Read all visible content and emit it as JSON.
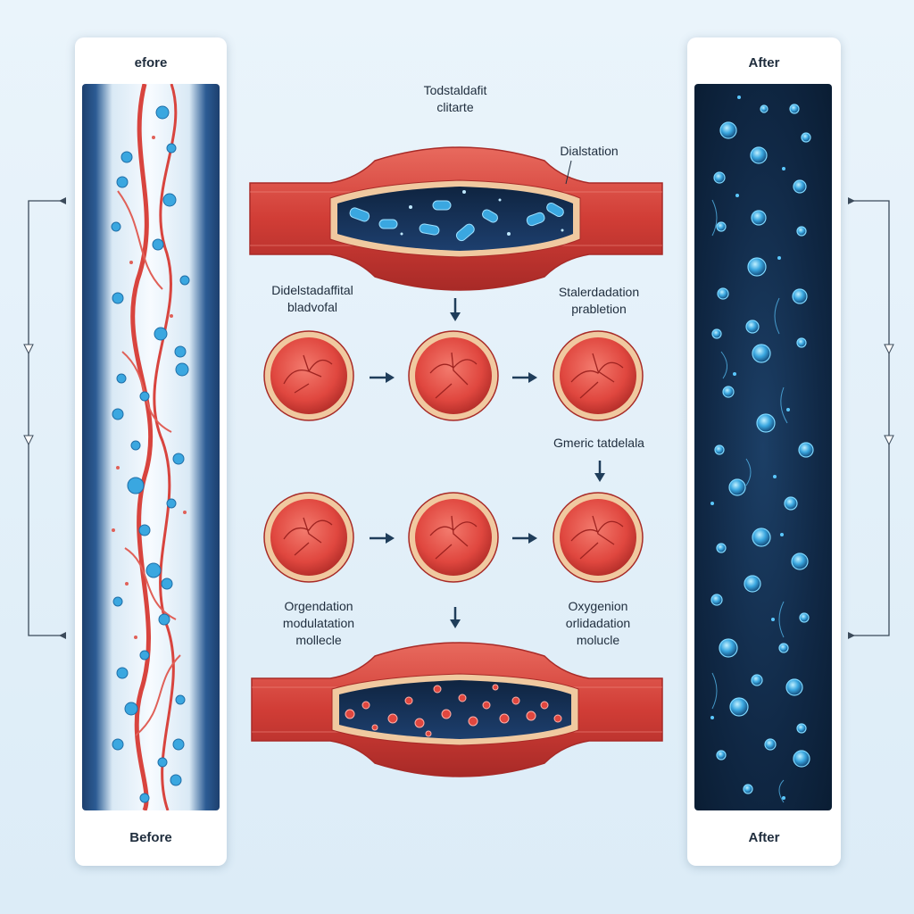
{
  "panels": {
    "left": {
      "top_label": "efore",
      "bottom_label": "Before"
    },
    "right": {
      "top_label": "After",
      "bottom_label": "After"
    }
  },
  "center": {
    "top_caption_line1": "Todstaldafit",
    "top_caption_line2": "clitarte",
    "dilatation_label": "Dialstation",
    "left_label_line1": "Didelstadaffital",
    "left_label_line2": "bladvofal",
    "right_label_line1": "Stalerdadation",
    "right_label_line2": "prabletion",
    "middle_right_label": "Gmeric tatdelala",
    "bottom_left_line1": "Orgendation",
    "bottom_left_line2": "modulatation",
    "bottom_left_line3": "mollecle",
    "bottom_right_line1": "Oxygenion",
    "bottom_right_line2": "orlidadation",
    "bottom_right_line3": "molucle"
  },
  "icons": {
    "flow_arrow": "arrow-right-icon",
    "down_arrow": "arrow-down-icon",
    "cell": "red-blood-cell-icon",
    "molecule": "oxygen-molecule-icon"
  },
  "colors": {
    "vessel_red": "#d8443e",
    "vessel_dark": "#a82a27",
    "cell_red": "#e0473f",
    "bubble_blue": "#3aa7e0",
    "glow_blue": "#5bc8ff",
    "dark_blue": "#1d3f6e"
  }
}
